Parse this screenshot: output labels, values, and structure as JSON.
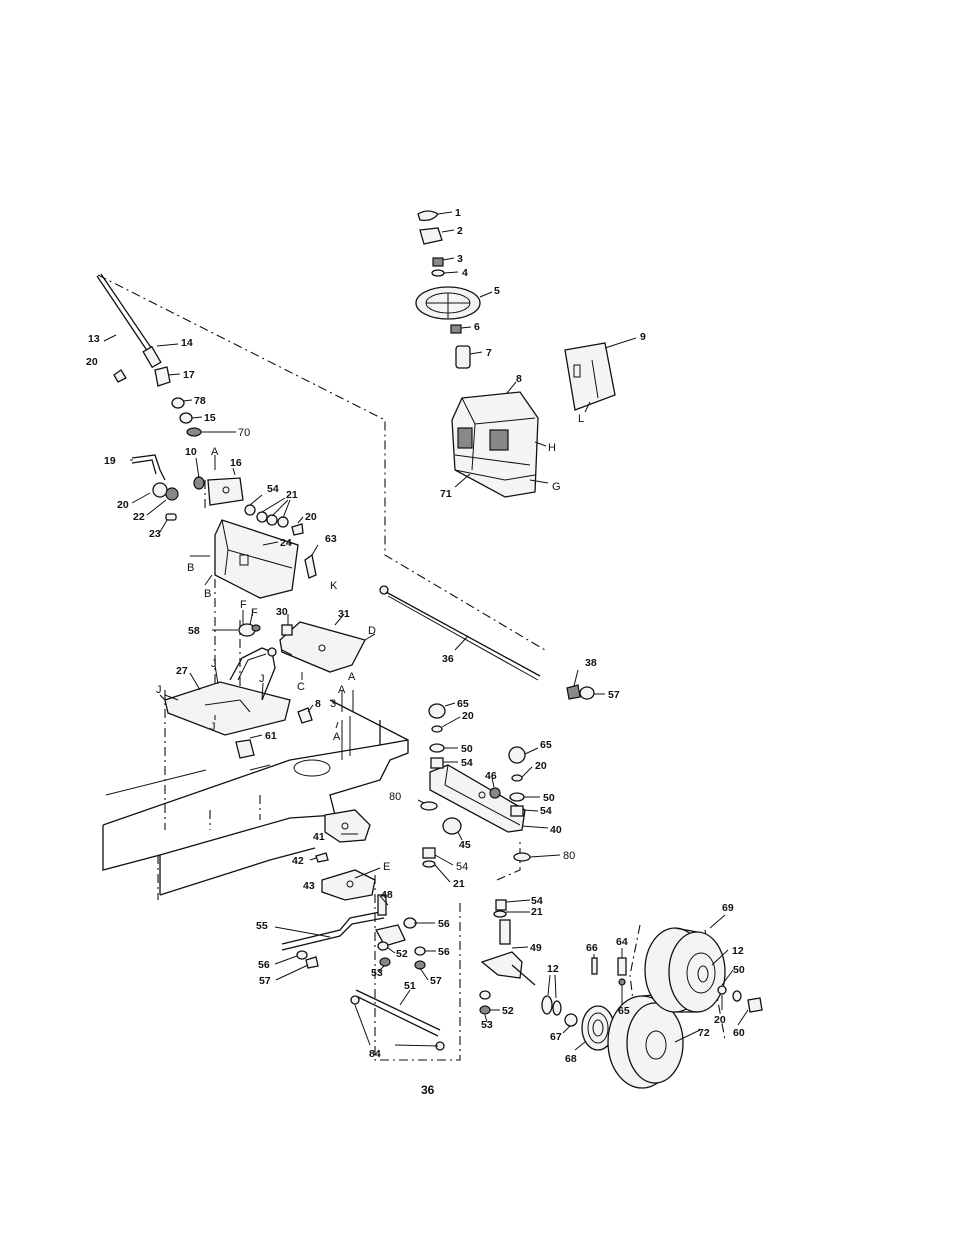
{
  "diagram": {
    "page_number": "36",
    "callouts": [
      {
        "text": "1"
      },
      {
        "text": "2"
      },
      {
        "text": "3"
      },
      {
        "text": "4"
      },
      {
        "text": "5"
      },
      {
        "text": "6"
      },
      {
        "text": "7"
      },
      {
        "text": "8"
      },
      {
        "text": "9"
      },
      {
        "text": "H"
      },
      {
        "text": "G"
      },
      {
        "text": "71"
      },
      {
        "text": "L"
      },
      {
        "text": "13"
      },
      {
        "text": "14"
      },
      {
        "text": "20"
      },
      {
        "text": "17"
      },
      {
        "text": "78"
      },
      {
        "text": "15"
      },
      {
        "text": "70"
      },
      {
        "text": "19"
      },
      {
        "text": "10"
      },
      {
        "text": "A"
      },
      {
        "text": "16"
      },
      {
        "text": "20"
      },
      {
        "text": "22"
      },
      {
        "text": "23"
      },
      {
        "text": "54"
      },
      {
        "text": "21"
      },
      {
        "text": "20"
      },
      {
        "text": "24"
      },
      {
        "text": "B"
      },
      {
        "text": "B"
      },
      {
        "text": "63"
      },
      {
        "text": "K"
      },
      {
        "text": "F"
      },
      {
        "text": "F"
      },
      {
        "text": "58"
      },
      {
        "text": "30"
      },
      {
        "text": "31"
      },
      {
        "text": "D"
      },
      {
        "text": "C"
      },
      {
        "text": "J"
      },
      {
        "text": "J"
      },
      {
        "text": "27"
      },
      {
        "text": "J"
      },
      {
        "text": "J"
      },
      {
        "text": "8"
      },
      {
        "text": "A"
      },
      {
        "text": "A"
      },
      {
        "text": "3"
      },
      {
        "text": "A"
      },
      {
        "text": "61"
      },
      {
        "text": "36"
      },
      {
        "text": "38"
      },
      {
        "text": "57"
      },
      {
        "text": "65"
      },
      {
        "text": "20"
      },
      {
        "text": "50"
      },
      {
        "text": "54"
      },
      {
        "text": "65"
      },
      {
        "text": "46"
      },
      {
        "text": "20"
      },
      {
        "text": "50"
      },
      {
        "text": "54"
      },
      {
        "text": "80"
      },
      {
        "text": "45"
      },
      {
        "text": "40"
      },
      {
        "text": "54"
      },
      {
        "text": "21"
      },
      {
        "text": "80"
      },
      {
        "text": "41"
      },
      {
        "text": "42"
      },
      {
        "text": "E"
      },
      {
        "text": "43"
      },
      {
        "text": "48"
      },
      {
        "text": "56"
      },
      {
        "text": "55"
      },
      {
        "text": "52"
      },
      {
        "text": "56"
      },
      {
        "text": "53"
      },
      {
        "text": "57"
      },
      {
        "text": "56"
      },
      {
        "text": "57"
      },
      {
        "text": "51"
      },
      {
        "text": "84"
      },
      {
        "text": "54"
      },
      {
        "text": "21"
      },
      {
        "text": "49"
      },
      {
        "text": "53"
      },
      {
        "text": "52"
      },
      {
        "text": "12"
      },
      {
        "text": "66"
      },
      {
        "text": "64"
      },
      {
        "text": "65"
      },
      {
        "text": "67"
      },
      {
        "text": "68"
      },
      {
        "text": "69"
      },
      {
        "text": "12"
      },
      {
        "text": "50"
      },
      {
        "text": "20"
      },
      {
        "text": "60"
      },
      {
        "text": "72"
      }
    ]
  }
}
